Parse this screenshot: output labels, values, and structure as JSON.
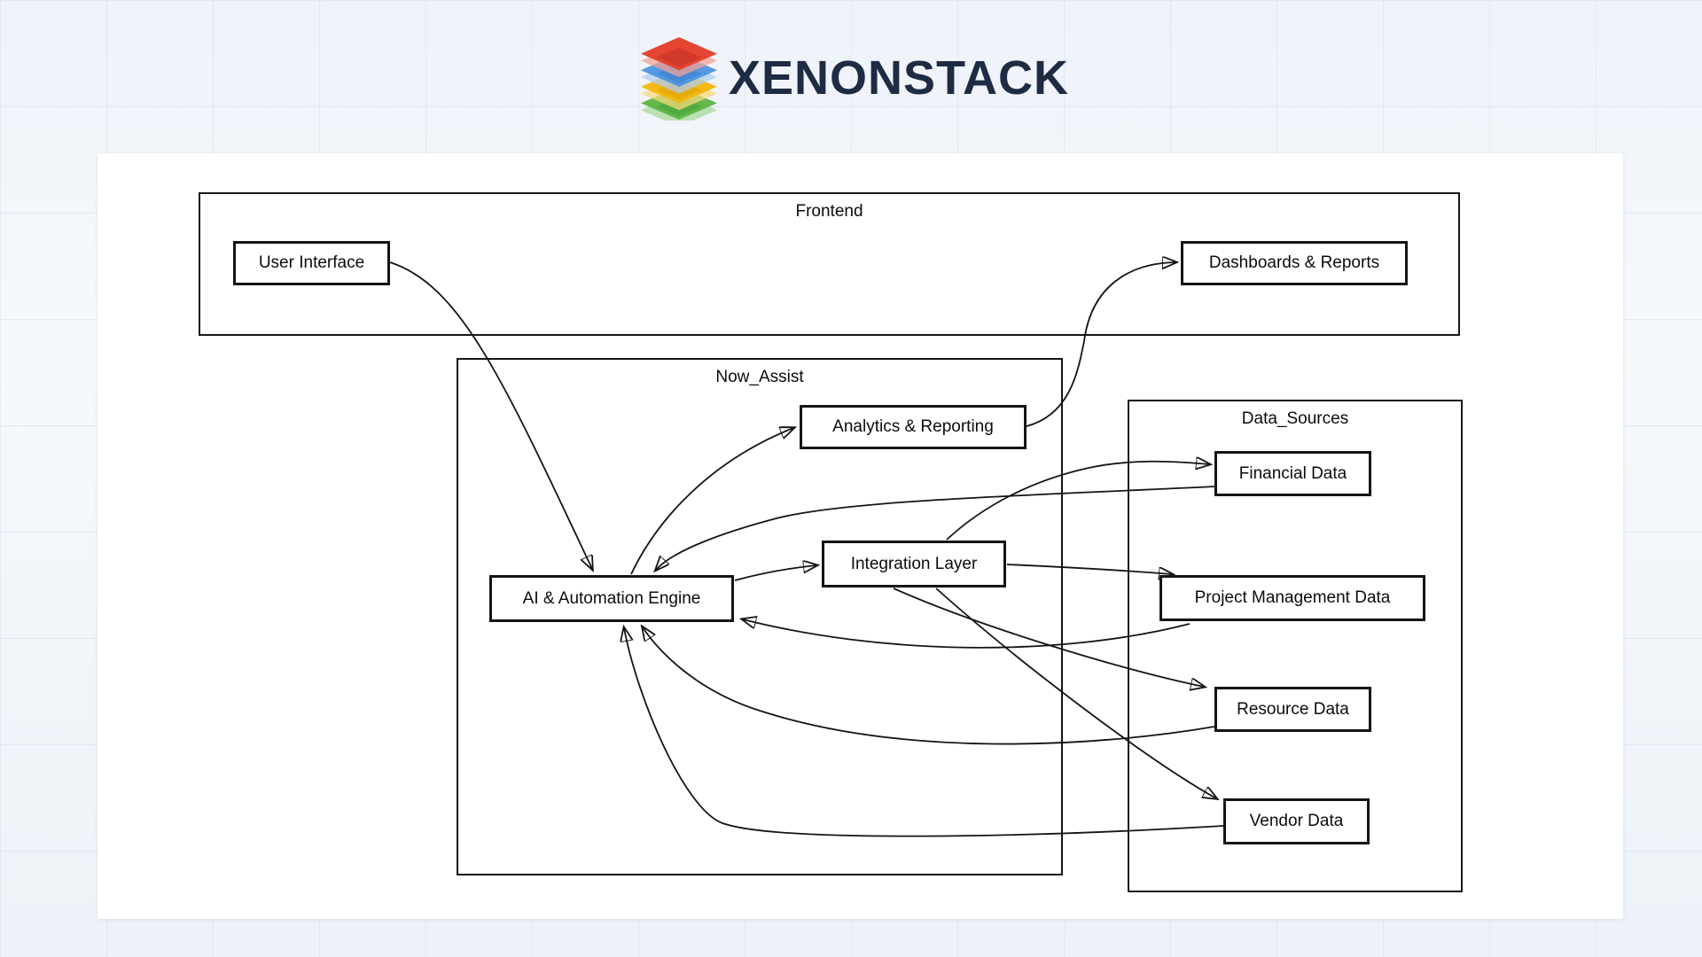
{
  "logo": {
    "brand": "XENONSTACK",
    "icon": "layers-stack-icon",
    "colors": {
      "red": "#e5402a",
      "blue": "#4e94e0",
      "yellow": "#f3b70b",
      "green": "#5cb544",
      "text": "#1d2b43"
    }
  },
  "diagram": {
    "containers": [
      {
        "id": "frontend",
        "label": "Frontend"
      },
      {
        "id": "now_assist",
        "label": "Now_Assist"
      },
      {
        "id": "data_sources",
        "label": "Data_Sources"
      }
    ],
    "nodes": [
      {
        "id": "user_interface",
        "label": "User Interface",
        "container": "frontend"
      },
      {
        "id": "dashboards_reports",
        "label": "Dashboards & Reports",
        "container": "frontend"
      },
      {
        "id": "analytics_reporting",
        "label": "Analytics & Reporting",
        "container": "now_assist"
      },
      {
        "id": "integration_layer",
        "label": "Integration Layer",
        "container": "now_assist"
      },
      {
        "id": "ai_automation",
        "label": "AI & Automation Engine",
        "container": "now_assist"
      },
      {
        "id": "financial_data",
        "label": "Financial Data",
        "container": "data_sources"
      },
      {
        "id": "project_mgmt_data",
        "label": "Project Management Data",
        "container": "data_sources"
      },
      {
        "id": "resource_data",
        "label": "Resource Data",
        "container": "data_sources"
      },
      {
        "id": "vendor_data",
        "label": "Vendor Data",
        "container": "data_sources"
      }
    ],
    "edges": [
      {
        "from": "user_interface",
        "to": "ai_automation"
      },
      {
        "from": "ai_automation",
        "to": "analytics_reporting"
      },
      {
        "from": "analytics_reporting",
        "to": "dashboards_reports"
      },
      {
        "from": "ai_automation",
        "to": "integration_layer"
      },
      {
        "from": "integration_layer",
        "to": "financial_data"
      },
      {
        "from": "integration_layer",
        "to": "project_mgmt_data"
      },
      {
        "from": "integration_layer",
        "to": "resource_data"
      },
      {
        "from": "integration_layer",
        "to": "vendor_data"
      },
      {
        "from": "financial_data",
        "to": "ai_automation"
      },
      {
        "from": "project_mgmt_data",
        "to": "ai_automation"
      },
      {
        "from": "resource_data",
        "to": "ai_automation"
      },
      {
        "from": "vendor_data",
        "to": "ai_automation"
      }
    ],
    "style": {
      "node_fill": "#ffffff",
      "border_color": "#141414",
      "edge_color": "#141414",
      "canvas_fill": "#ffffff"
    }
  }
}
